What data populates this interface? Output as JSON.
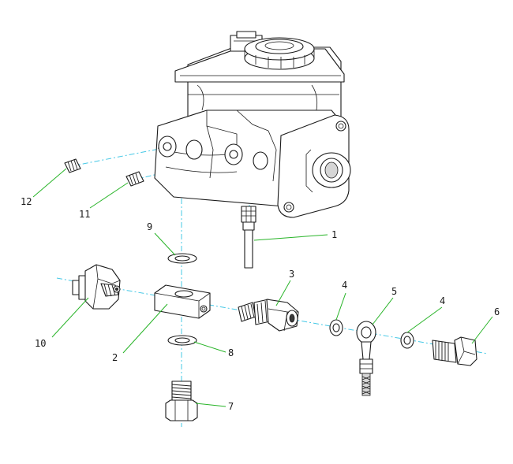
{
  "colors": {
    "axis_line": "#45c8e6",
    "leader_line": "#28b428",
    "outline": "#1a1a1a"
  },
  "callouts": [
    {
      "number": "1",
      "part": "brake-line-tube"
    },
    {
      "number": "2",
      "part": "distribution-block"
    },
    {
      "number": "3",
      "part": "adapter-fitting"
    },
    {
      "number": "4",
      "part": "sealing-washer"
    },
    {
      "number": "5",
      "part": "banjo-brake-hose"
    },
    {
      "number": "4",
      "part": "sealing-washer"
    },
    {
      "number": "6",
      "part": "banjo-bolt"
    },
    {
      "number": "7",
      "part": "hollow-bolt"
    },
    {
      "number": "8",
      "part": "lower-gasket"
    },
    {
      "number": "9",
      "part": "upper-gasket"
    },
    {
      "number": "10",
      "part": "pressure-switch"
    },
    {
      "number": "11",
      "part": "port-plug"
    },
    {
      "number": "12",
      "part": "port-plug"
    }
  ]
}
